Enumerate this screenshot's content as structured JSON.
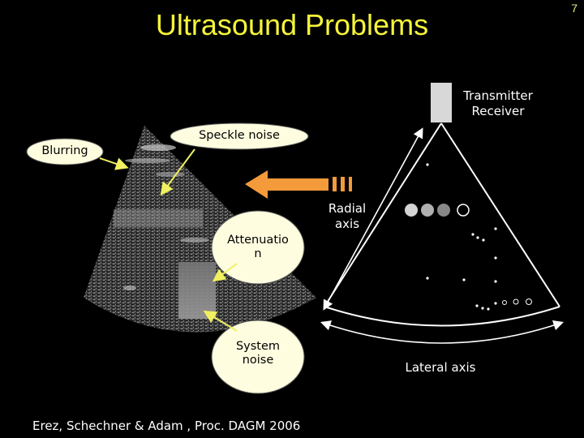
{
  "slide": {
    "title": "Ultrasound Problems",
    "page_number": "7",
    "labels": {
      "blurring": "Blurring",
      "speckle_noise": "Speckle noise",
      "attenuation_line1": "Attenuatio",
      "attenuation_line2": "n",
      "system_noise_line1": "System",
      "system_noise_line2": "noise",
      "transmitter_line1": "Transmitter",
      "transmitter_line2": "Receiver",
      "radial_axis_line1": "Radial",
      "radial_axis_line2": "axis",
      "lateral_axis": "Lateral axis"
    },
    "citation": "Erez, Schechner & Adam , Proc. DAGM 2006",
    "colors": {
      "title": "#f5f53a",
      "bubble": "#fffde0",
      "arrow_yellow": "#f0f060",
      "big_arrow_orange": "#f39a3a"
    }
  }
}
